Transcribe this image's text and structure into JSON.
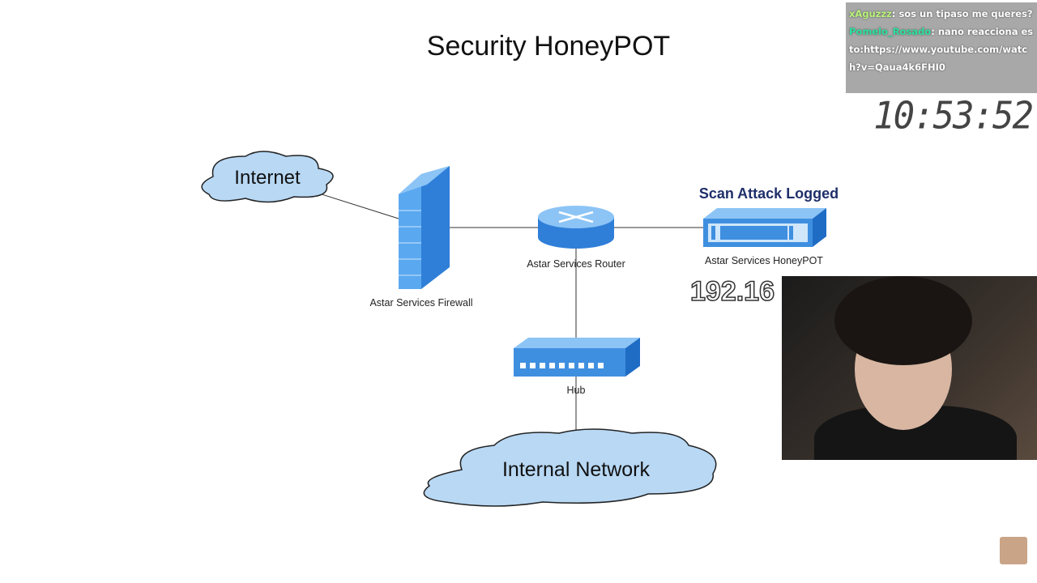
{
  "slide": {
    "title": "Security HoneyPOT",
    "internet_label": "Internet",
    "firewall_label": "Astar Services Firewall",
    "router_label": "Astar Services Router",
    "honeypot_label": "Astar Services HoneyPOT",
    "honeypot_status": "Scan Attack Logged",
    "ip_partial": "192.16",
    "hub_label": "Hub",
    "internal_label": "Internal Network"
  },
  "chat": {
    "messages": [
      {
        "user": "xAguzzz",
        "text": "sos un tipaso me queres?"
      },
      {
        "user": "Pomelo_Rosado",
        "text": "nano reacciona esto:https://www.youtube.com/watch?v=Qaua4k6FHI0"
      }
    ]
  },
  "clock": "10:53:52",
  "colors": {
    "device_blue": "#3f8fe0",
    "cloud": "#b8d8f4",
    "status_text": "#1f2f6a"
  }
}
